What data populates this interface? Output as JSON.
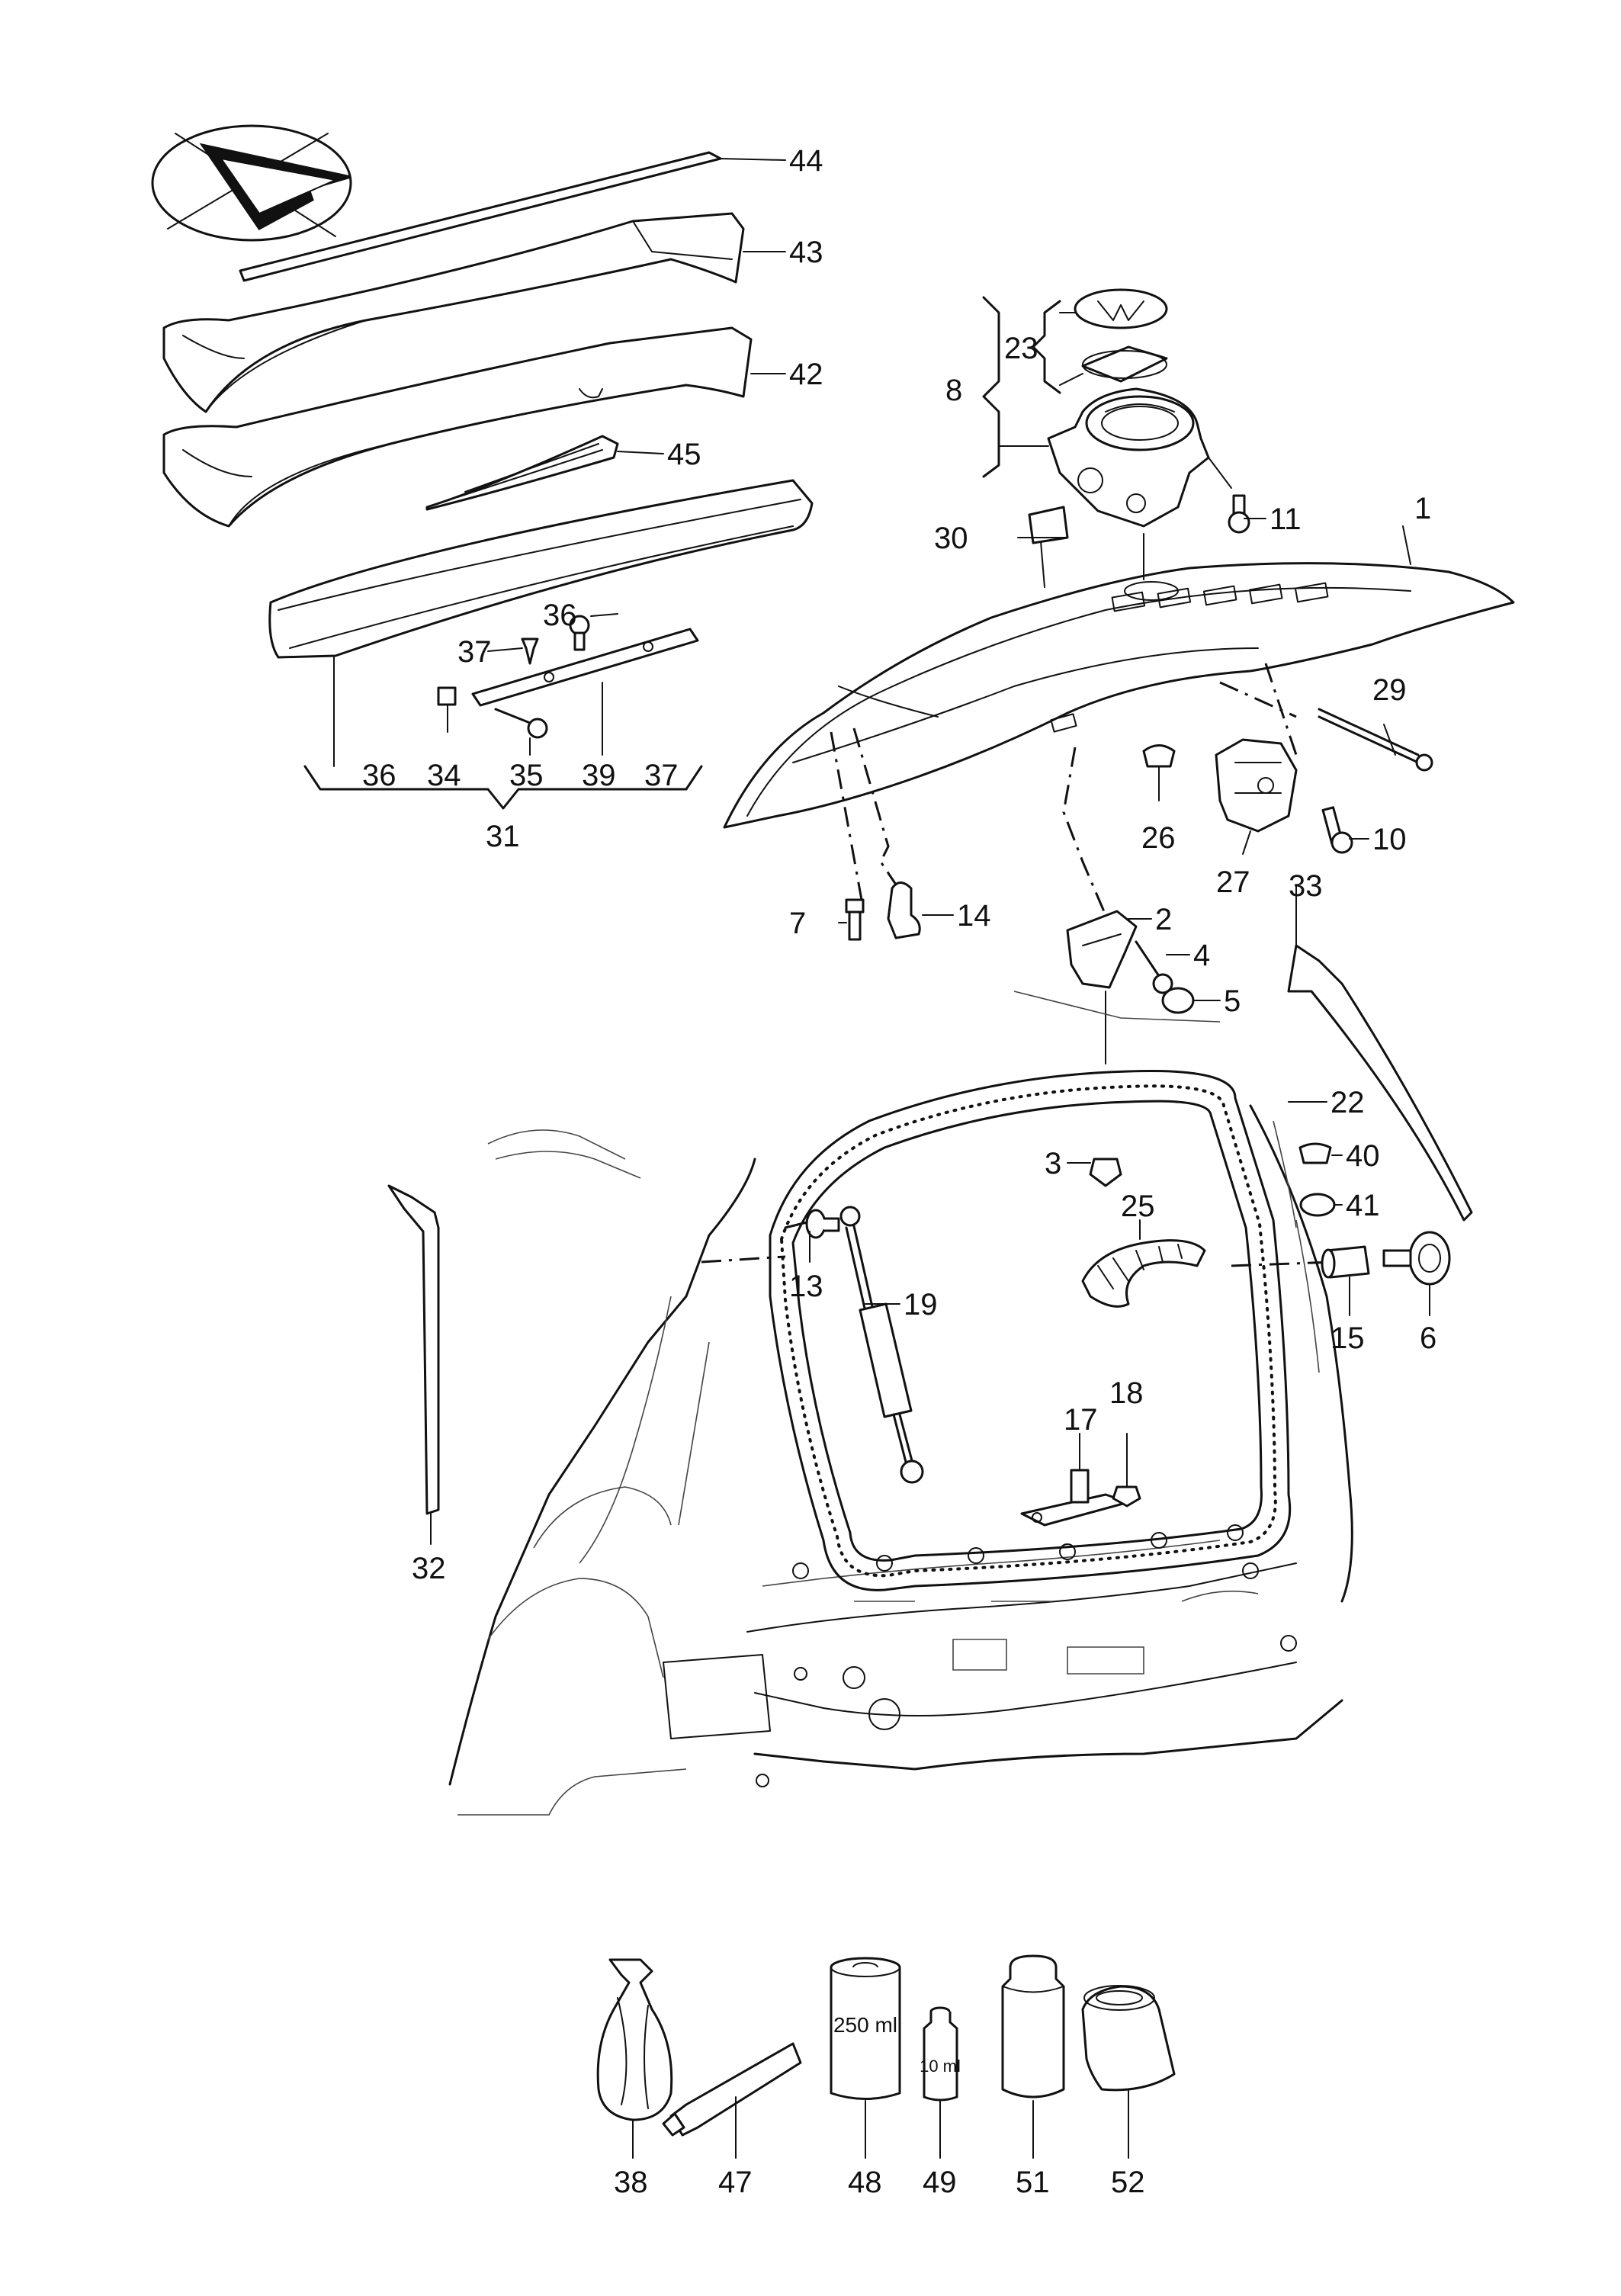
{
  "callouts": {
    "c1": "1",
    "c2": "2",
    "c3": "3",
    "c4": "4",
    "c5": "5",
    "c6": "6",
    "c7": "7",
    "c8": "8",
    "c10": "10",
    "c11": "11",
    "c13": "13",
    "c14": "14",
    "c15": "15",
    "c17": "17",
    "c18": "18",
    "c19": "19",
    "c22": "22",
    "c23": "23",
    "c25": "25",
    "c26": "26",
    "c27": "27",
    "c29": "29",
    "c30": "30",
    "c31": "31",
    "c32": "32",
    "c33": "33",
    "c34": "34",
    "c35": "35",
    "c36a": "36",
    "c36b": "36",
    "c37a": "37",
    "c37b": "37",
    "c38": "38",
    "c39": "39",
    "c40": "40",
    "c41": "41",
    "c42": "42",
    "c43": "43",
    "c44": "44",
    "c45": "45",
    "c47": "47",
    "c48": "48",
    "c49": "49",
    "c51": "51",
    "c52": "52"
  },
  "container_labels": {
    "can_250": "250 ml",
    "bottle_10": "10 ml"
  },
  "icons": {
    "orientation": "direction-arrow-icon"
  }
}
